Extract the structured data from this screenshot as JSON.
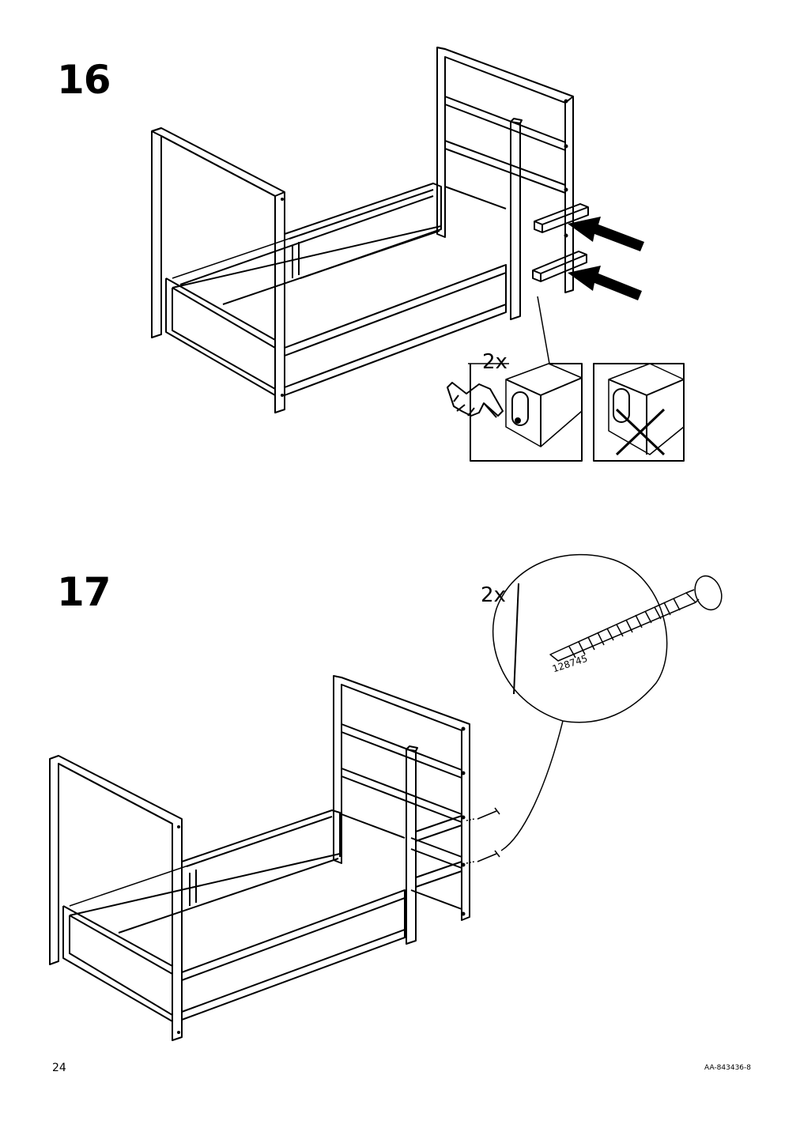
{
  "page": {
    "number": "24",
    "doc_code": "AA-843436-8"
  },
  "steps": [
    {
      "number": "16",
      "quantity": "2x",
      "icons": [
        "bed-frame-icon",
        "crossbar-icon",
        "push-arrow-icon",
        "press-hand-icon",
        "correct-orientation-icon",
        "wrong-orientation-icon"
      ]
    },
    {
      "number": "17",
      "quantity": "2x",
      "part_number": "128745",
      "icons": [
        "bed-frame-icon",
        "screw-icon"
      ]
    }
  ]
}
